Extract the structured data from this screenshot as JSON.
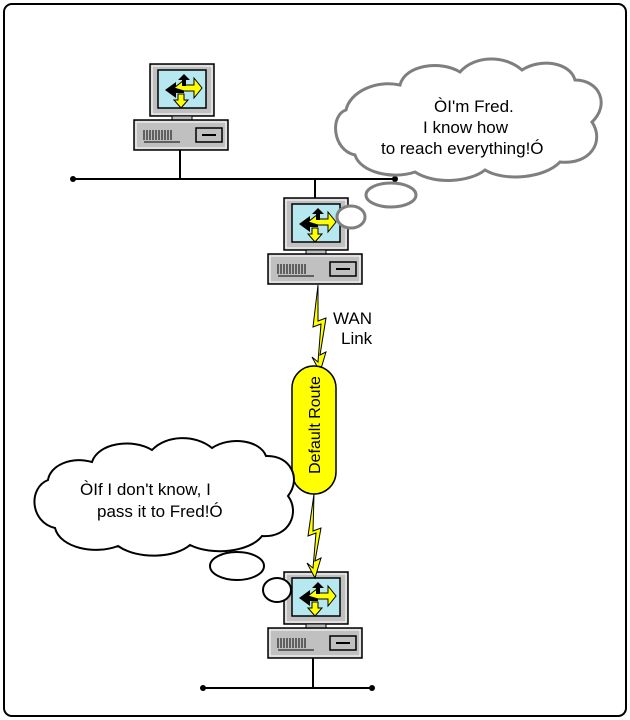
{
  "diagram": {
    "top_bubble": {
      "lines": [
        "ÒI'm  Fred.",
        "I know how",
        "to reach everything!Ó"
      ]
    },
    "bottom_bubble": {
      "lines": [
        "ÒIf I don't know, I",
        "pass it to Fred!Ó"
      ]
    },
    "wan_label": {
      "lines": [
        "WAN",
        "Link"
      ]
    },
    "default_route_label": "Default Route",
    "colors": {
      "monitor_body": "#c0c0c0",
      "screen": "#b7e8f0",
      "arrow_fill": "#ffff00",
      "lightning": "#ffff00",
      "pill": "#ffff00",
      "cloud_stroke": "#7f7f7f"
    },
    "icons": [
      "router-computer-icon",
      "lightning-bolt-icon",
      "thought-bubble-icon"
    ]
  }
}
